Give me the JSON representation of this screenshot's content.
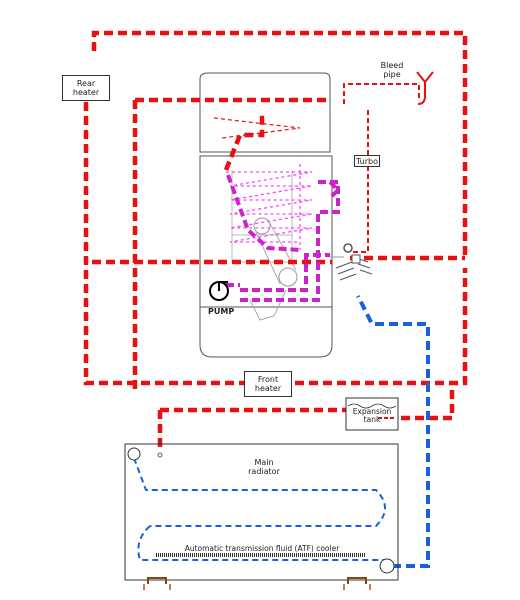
{
  "labels": {
    "rear_heater_line1": "Rear",
    "rear_heater_line2": "heater",
    "bleed_pipe_line1": "Bleed",
    "bleed_pipe_line2": "pipe",
    "turbo": "Turbo",
    "pump": "PUMP",
    "front_heater_line1": "Front",
    "front_heater_line2": "heater",
    "expansion_tank_line1": "Expansion",
    "expansion_tank_line2": "tank",
    "main_radiator_line1": "Main",
    "main_radiator_line2": "radiator",
    "atf_cooler": "Automatic transmission fluid (ATF) cooler"
  },
  "colors": {
    "hot_coolant": "#e81010",
    "cold_coolant": "#1a5fe0",
    "engine_coolant": "#cc22cc",
    "engine_internal": "#ff44ff",
    "outline": "#555555"
  }
}
